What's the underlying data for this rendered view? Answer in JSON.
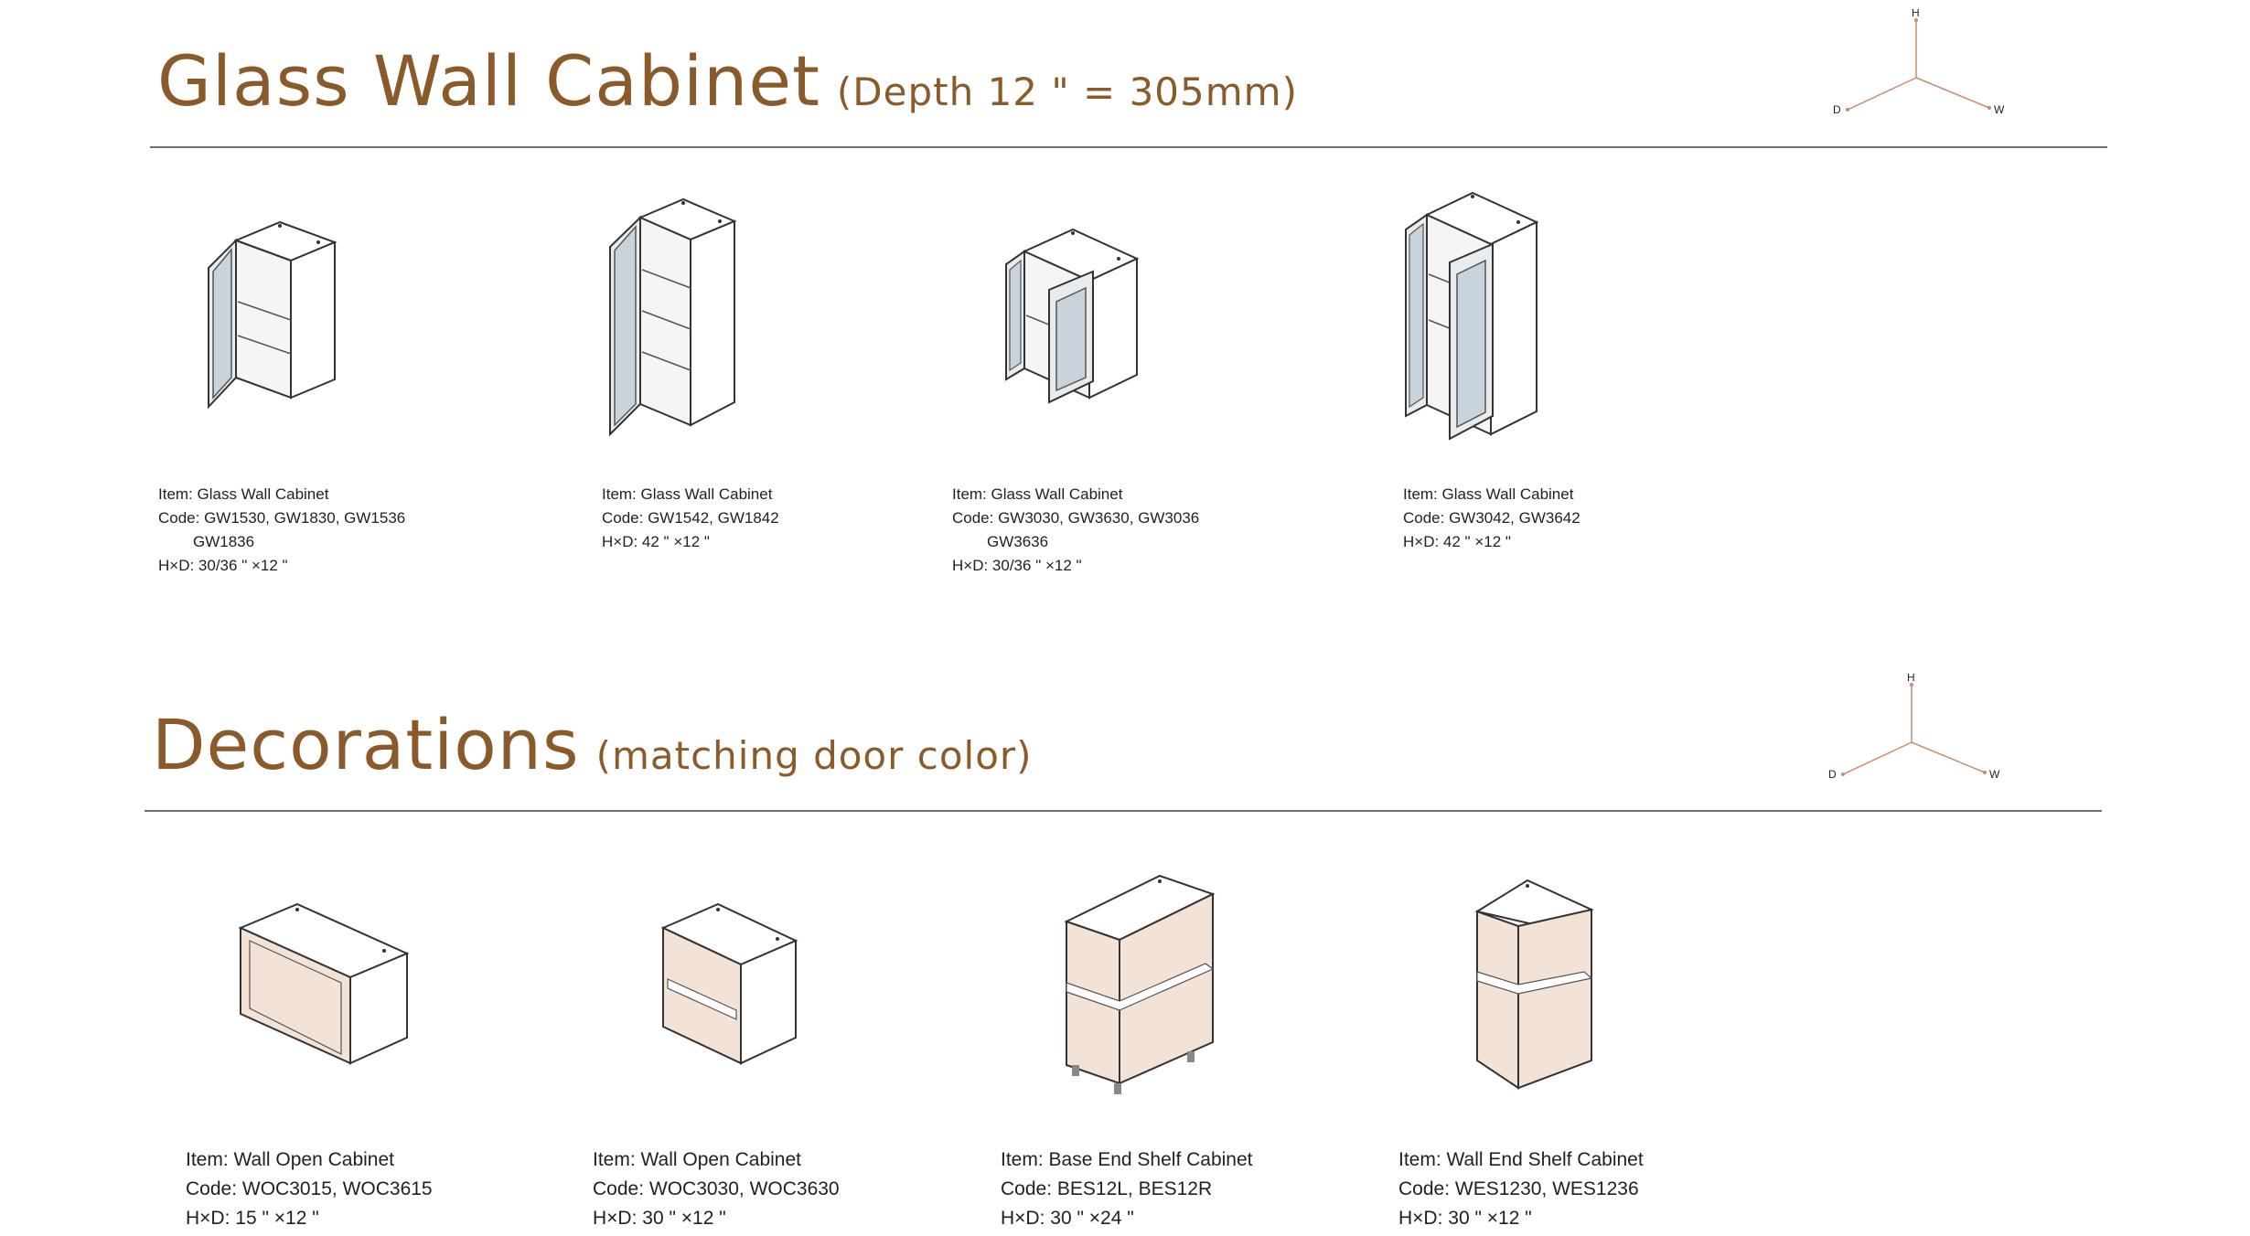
{
  "colors": {
    "title": "#8a5a2b",
    "rule": "#6d6e71",
    "axis": "#c98b6f",
    "panel": "#f2e3d6",
    "glass": "#c9d3dc"
  },
  "sections": [
    {
      "title": "Glass Wall Cabinet",
      "subtitle": "(Depth 12 \" = 305mm)",
      "axis": {
        "h": "H",
        "d": "D",
        "w": "W"
      },
      "items": [
        {
          "item": "Item: Glass Wall Cabinet",
          "code": "Code: GW1530, GW1830, GW1536",
          "code2": "GW1836",
          "hd": "H×D: 30/36 \" ×12 \"",
          "icon": "single-glass-door-cabinet"
        },
        {
          "item": "Item: Glass Wall Cabinet",
          "code": "Code: GW1542, GW1842",
          "code2": "",
          "hd": "H×D:  42 \" ×12 \"",
          "icon": "tall-single-glass-door-cabinet"
        },
        {
          "item": "Item: Glass Wall Cabinet",
          "code": "Code: GW3030, GW3630, GW3036",
          "code2": "GW3636",
          "hd": "H×D:  30/36 \" ×12 \"",
          "icon": "double-glass-door-cabinet"
        },
        {
          "item": "Item: Glass Wall Cabinet",
          "code": "Code: GW3042, GW3642",
          "code2": "",
          "hd": "H×D:  42 \" ×12 \"",
          "icon": "tall-double-glass-door-cabinet"
        }
      ]
    },
    {
      "title": "Decorations",
      "subtitle": "(matching door color)",
      "axis": {
        "h": "H",
        "d": "D",
        "w": "W"
      },
      "items": [
        {
          "item": "Item: Wall Open Cabinet",
          "code": "Code: WOC3015, WOC3615",
          "hd": "H×D:  15 \" ×12 \"",
          "icon": "wall-open-cabinet"
        },
        {
          "item": "Item: Wall Open Cabinet",
          "code": "Code: WOC3030, WOC3630",
          "hd": "H×D:  30 \" ×12 \"",
          "icon": "wall-open-cabinet-shelf"
        },
        {
          "item": "Item: Base End Shelf Cabinet",
          "code": "Code: BES12L, BES12R",
          "hd": "H×D:  30 \" ×24 \"",
          "icon": "base-end-shelf-cabinet"
        },
        {
          "item": "Item: Wall End Shelf Cabinet",
          "code": "Code: WES1230, WES1236",
          "hd": "H×D:  30 \" ×12 \"",
          "icon": "wall-end-shelf-cabinet"
        }
      ]
    }
  ]
}
